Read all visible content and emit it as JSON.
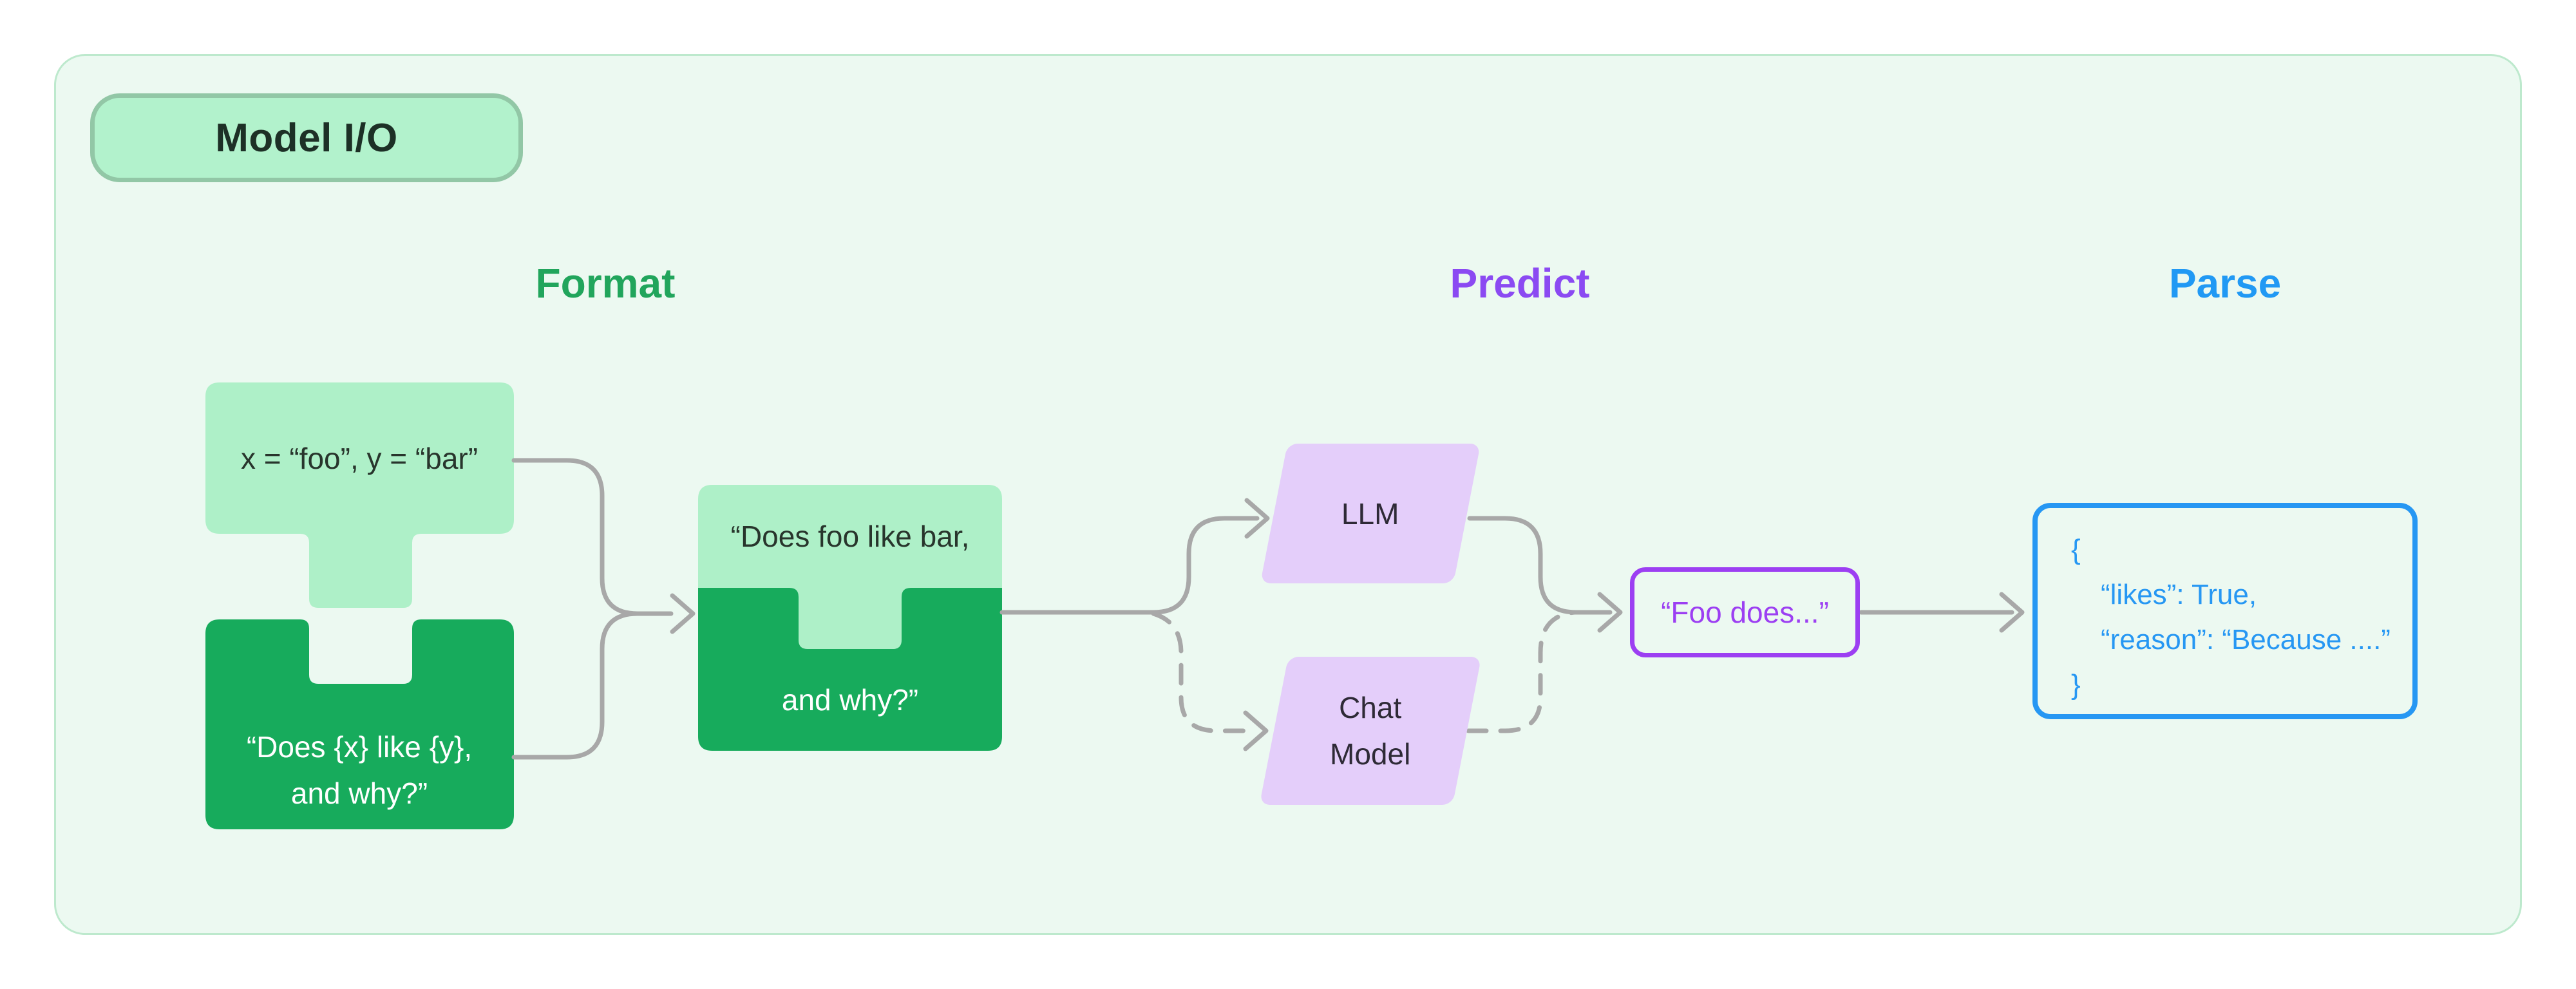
{
  "badge": {
    "label": "Model I/O"
  },
  "stages": [
    {
      "id": "format",
      "label": "Format",
      "color": "#21a55c"
    },
    {
      "id": "predict",
      "label": "Predict",
      "color": "#8b4af2"
    },
    {
      "id": "parse",
      "label": "Parse",
      "color": "#2199f4"
    }
  ],
  "nodes": {
    "input_variables": {
      "text": "x = “foo”, y = “bar”"
    },
    "prompt_template": {
      "line1": "“Does {x} like {y},",
      "line2": "and why?”"
    },
    "formatted_prompt": {
      "line1": "“Does foo like bar,",
      "line2": "and why?”"
    },
    "llm": {
      "label": "LLM"
    },
    "chat_model": {
      "line1": "Chat",
      "line2": "Model"
    },
    "prediction": {
      "text": "“Foo does...”"
    },
    "parsed_output": {
      "lines": [
        "{",
        "“likes”: True,",
        "“reason”: “Because ....”",
        "}"
      ]
    }
  },
  "colors": {
    "panel_background": "#ecf9f1",
    "panel_border": "#bde9cd",
    "badge_fill": "#b2f2cc",
    "badge_border": "#92c7a6",
    "light_green_block": "#aef0c8",
    "dark_green_block": "#17ab5c",
    "parallelogram_fill": "#e4cefa",
    "purple_accent": "#9c3ff2",
    "blue_accent": "#2697f3",
    "connector_gray": "#a8a8a8"
  }
}
